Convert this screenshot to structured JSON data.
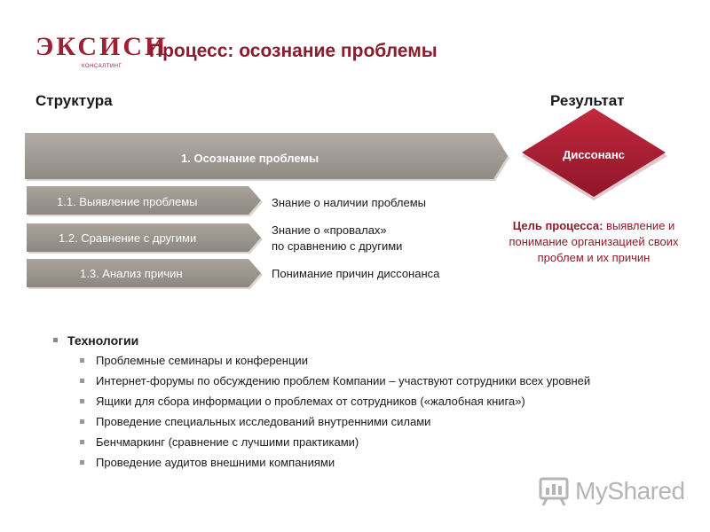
{
  "header": {
    "logo_text": "ЭКСИСИ",
    "logo_sub": "КОНСАЛТИНГ",
    "title": "Процесс: осознание проблемы"
  },
  "columns": {
    "left": "Структура",
    "right": "Результат"
  },
  "process": {
    "main_label": "1. Осознание проблемы",
    "steps": [
      {
        "label": "1.1. Выявление проблемы",
        "desc": "Знание о наличии проблемы"
      },
      {
        "label": "1.2. Сравнение с другими",
        "desc_line1": "Знание о «провалах»",
        "desc_line2": "по сравнению с другими"
      },
      {
        "label": "1.3. Анализ причин",
        "desc": "Понимание причин диссонанса"
      }
    ]
  },
  "result": {
    "diamond_label": "Диссонанс",
    "goal_bold": "Цель процесса:",
    "goal_rest": " выявление и понимание организацией своих проблем и их причин"
  },
  "technologies": {
    "title": "Технологии",
    "items": [
      "Проблемные семинары и конференции",
      "Интернет-форумы по обсуждению проблем Компании – участвуют сотрудники всех уровней",
      "Ящики для сбора информации о проблемах от сотрудников («жалобная книга»)",
      "Проведение специальных исследований внутренними силами",
      "Бенчмаркинг (сравнение с лучшими практиками)",
      "Проведение аудитов внешними компаниями"
    ]
  },
  "watermark": {
    "text": "MyShared"
  },
  "colors": {
    "accent": "#8a1c2b",
    "bar_gray": "#9c9790",
    "diamond": "#b01e35"
  }
}
